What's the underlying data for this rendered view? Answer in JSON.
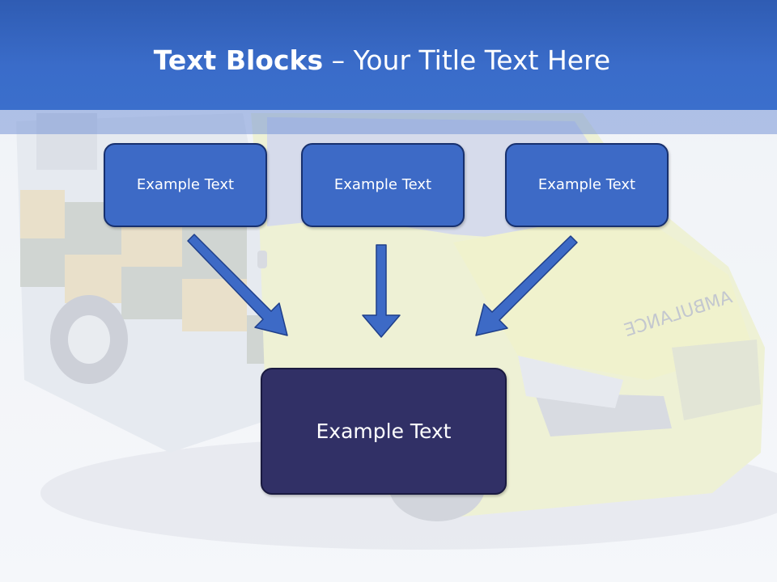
{
  "slide": {
    "title_bold": "Text Blocks",
    "title_rest": " – Your Title Text Here",
    "boxes": [
      {
        "label": "Example Text"
      },
      {
        "label": "Example Text"
      },
      {
        "label": "Example Text"
      }
    ],
    "main_box": {
      "label": "Example Text"
    },
    "vehicle_marking": "AMBULANCE"
  },
  "colors": {
    "header": "#3a6cc9",
    "box_fill": "#3d6ac6",
    "main_box_fill": "#313066",
    "arrow_fill": "#3d6ac6",
    "arrow_stroke": "#1f3f8a"
  },
  "icons": {
    "arrow_left": "arrow-down-right-icon",
    "arrow_center": "arrow-down-icon",
    "arrow_right": "arrow-down-left-icon"
  }
}
